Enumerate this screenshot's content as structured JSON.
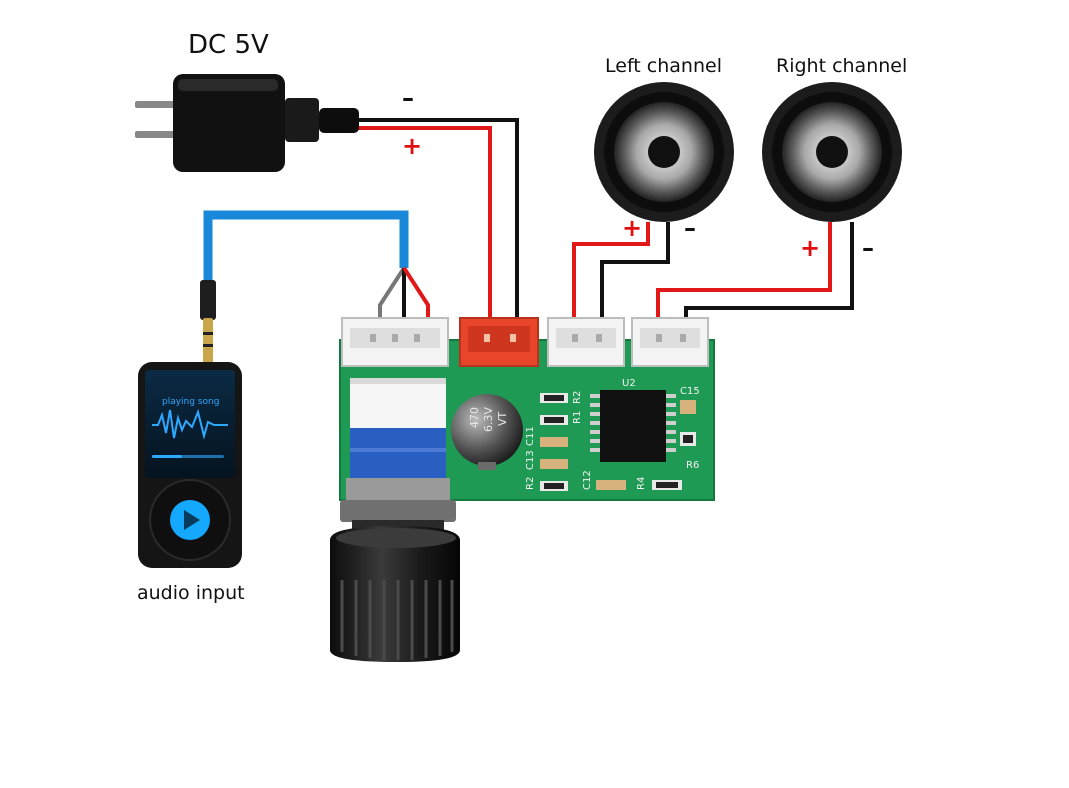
{
  "labels": {
    "power": "DC 5V",
    "left_channel": "Left channel",
    "right_channel": "Right channel",
    "audio_input": "audio input"
  },
  "polarity": {
    "plus": "+",
    "minus": "–"
  },
  "capacitor_text": [
    "470",
    "6.3V",
    "VT"
  ],
  "pcb_silkscreen": [
    "U2",
    "C15",
    "R6",
    "R2",
    "R1",
    "C11",
    "C13",
    "R2",
    "C12",
    "R4"
  ],
  "phone_screen": {
    "song": "playing song"
  },
  "colors": {
    "wire_red": "#e01818",
    "wire_black": "#111111",
    "wire_blue": "#1a88d8",
    "pcb_green": "#1f9a55",
    "connector_orange": "#e8452a"
  }
}
